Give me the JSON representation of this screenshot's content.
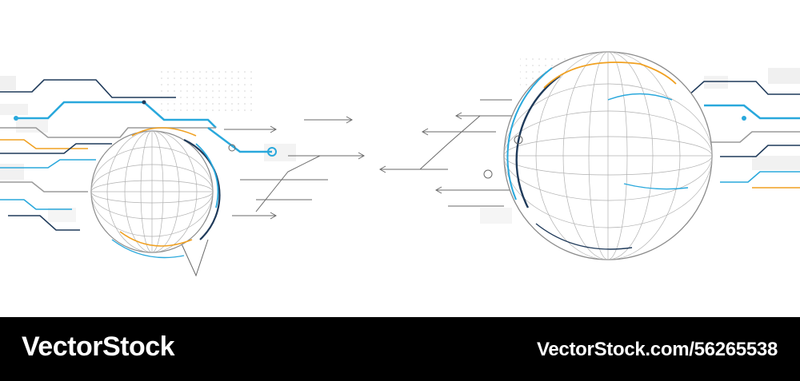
{
  "watermark": {
    "brand": "VectorStock",
    "image_id": "VectorStock.com/56265538"
  },
  "colors": {
    "background": "#ffffff",
    "footer": "#000000",
    "accent_blue": "#29a8dc",
    "accent_orange": "#f0a020",
    "navy": "#1f3a5a",
    "grid_gray": "#9a9a9a"
  },
  "illustration": {
    "subject": "two wireframe globes with circuit board lines",
    "icons": [
      "globe-wireframe-icon",
      "circuit-line-icon",
      "arrow-icon"
    ]
  }
}
